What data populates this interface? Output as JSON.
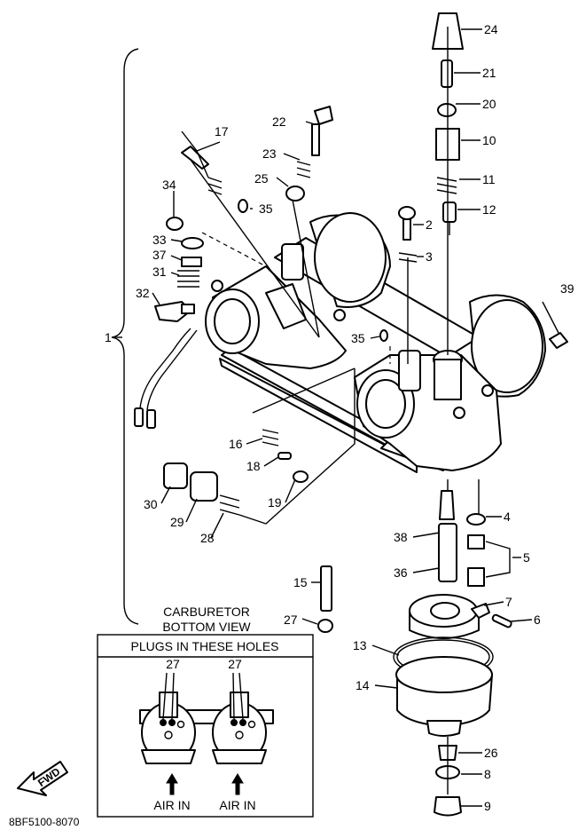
{
  "callouts": [
    {
      "id": "c1",
      "label": "1"
    },
    {
      "id": "c2",
      "label": "2"
    },
    {
      "id": "c3",
      "label": "3"
    },
    {
      "id": "c4",
      "label": "4"
    },
    {
      "id": "c5",
      "label": "5"
    },
    {
      "id": "c6",
      "label": "6"
    },
    {
      "id": "c7",
      "label": "7"
    },
    {
      "id": "c8",
      "label": "8"
    },
    {
      "id": "c9",
      "label": "9"
    },
    {
      "id": "c10",
      "label": "10"
    },
    {
      "id": "c11",
      "label": "11"
    },
    {
      "id": "c12",
      "label": "12"
    },
    {
      "id": "c13",
      "label": "13"
    },
    {
      "id": "c14",
      "label": "14"
    },
    {
      "id": "c15",
      "label": "15"
    },
    {
      "id": "c16",
      "label": "16"
    },
    {
      "id": "c17",
      "label": "17"
    },
    {
      "id": "c18",
      "label": "18"
    },
    {
      "id": "c19",
      "label": "19"
    },
    {
      "id": "c20",
      "label": "20"
    },
    {
      "id": "c21",
      "label": "21"
    },
    {
      "id": "c22",
      "label": "22"
    },
    {
      "id": "c23",
      "label": "23"
    },
    {
      "id": "c24",
      "label": "24"
    },
    {
      "id": "c25",
      "label": "25"
    },
    {
      "id": "c26",
      "label": "26"
    },
    {
      "id": "c27",
      "label": "27"
    },
    {
      "id": "c28",
      "label": "28"
    },
    {
      "id": "c29",
      "label": "29"
    },
    {
      "id": "c30",
      "label": "30"
    },
    {
      "id": "c31",
      "label": "31"
    },
    {
      "id": "c32",
      "label": "32"
    },
    {
      "id": "c33",
      "label": "33"
    },
    {
      "id": "c34",
      "label": "34"
    },
    {
      "id": "c35a",
      "label": "35"
    },
    {
      "id": "c35b",
      "label": "35"
    },
    {
      "id": "c36",
      "label": "36"
    },
    {
      "id": "c37",
      "label": "37"
    },
    {
      "id": "c38",
      "label": "38"
    },
    {
      "id": "c39",
      "label": "39"
    }
  ],
  "bottom_view": {
    "title_line1": "CARBURETOR",
    "title_line2": "BOTTOM VIEW",
    "header": "PLUGS IN THESE HOLES",
    "plug_label_left": "27",
    "plug_label_right": "27",
    "air_in_left": "AIR IN",
    "air_in_right": "AIR IN"
  },
  "fwd_label": "FWD",
  "diagram_code": "8BF5100-8070"
}
